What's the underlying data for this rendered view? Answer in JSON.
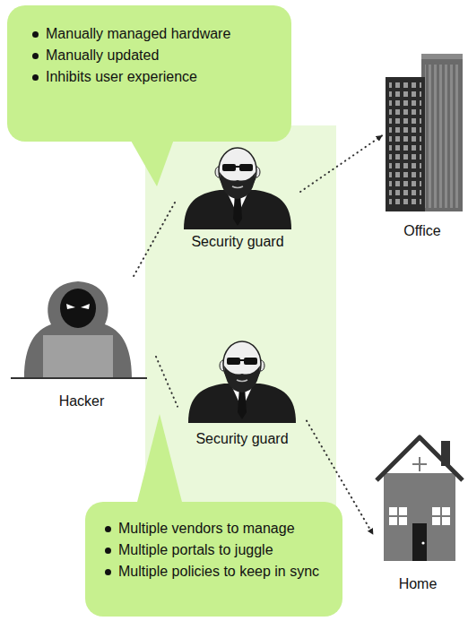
{
  "diagram": {
    "nodes": [
      {
        "text": [
          "Manually managed hardware",
          "Manually updated",
          "Inhibits user experience"
        ]
      },
      {
        "text": [
          "Security guard"
        ]
      },
      {
        "text": [
          "Office"
        ]
      },
      {
        "text": [
          "Hacker"
        ]
      },
      {
        "text": [
          "Security guard"
        ]
      },
      {
        "text": [
          "Home"
        ]
      },
      {
        "text": [
          "Multiple vendors to manage",
          "Multiple portals to juggle",
          "Multiple policies to keep in sync"
        ]
      }
    ],
    "edges": [
      {
        "from": 3,
        "to": 1,
        "arrow": "none"
      },
      {
        "from": 3,
        "to": 4,
        "arrow": "none"
      },
      {
        "from": 1,
        "to": 2,
        "arrow": "to"
      },
      {
        "from": 4,
        "to": 5,
        "arrow": "to"
      }
    ]
  }
}
